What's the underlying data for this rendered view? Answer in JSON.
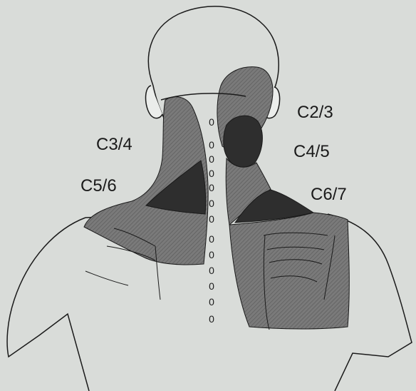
{
  "colors": {
    "background": "#d9dcd9",
    "outline": "#1a1a1a",
    "light_zone": "#7a7a7a",
    "dark_zone": "#2e2e2e",
    "body_fill": "#ebedeb"
  },
  "labels": {
    "c2_3": "C2/3",
    "c3_4": "C3/4",
    "c4_5": "C4/5",
    "c5_6": "C5/6",
    "c6_7": "C6/7"
  },
  "spine_marker_glyph": "0"
}
